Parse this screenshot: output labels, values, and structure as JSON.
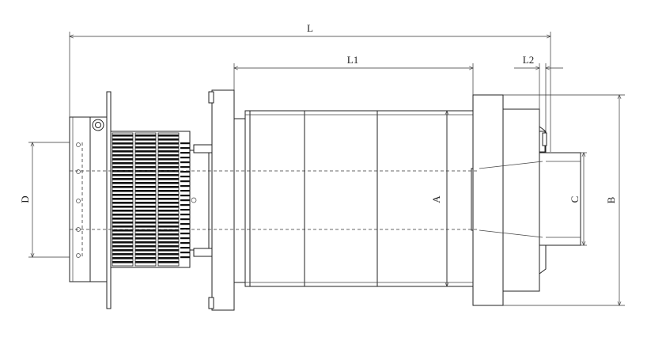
{
  "dimensions": {
    "overall_length": "L",
    "body_length": "L1",
    "nose_length": "L2",
    "body_diameter": "A",
    "flange_diameter": "B",
    "nose_diameter": "C",
    "rear_height": "D"
  },
  "colors": {
    "line": "#222222",
    "background": "#ffffff"
  }
}
